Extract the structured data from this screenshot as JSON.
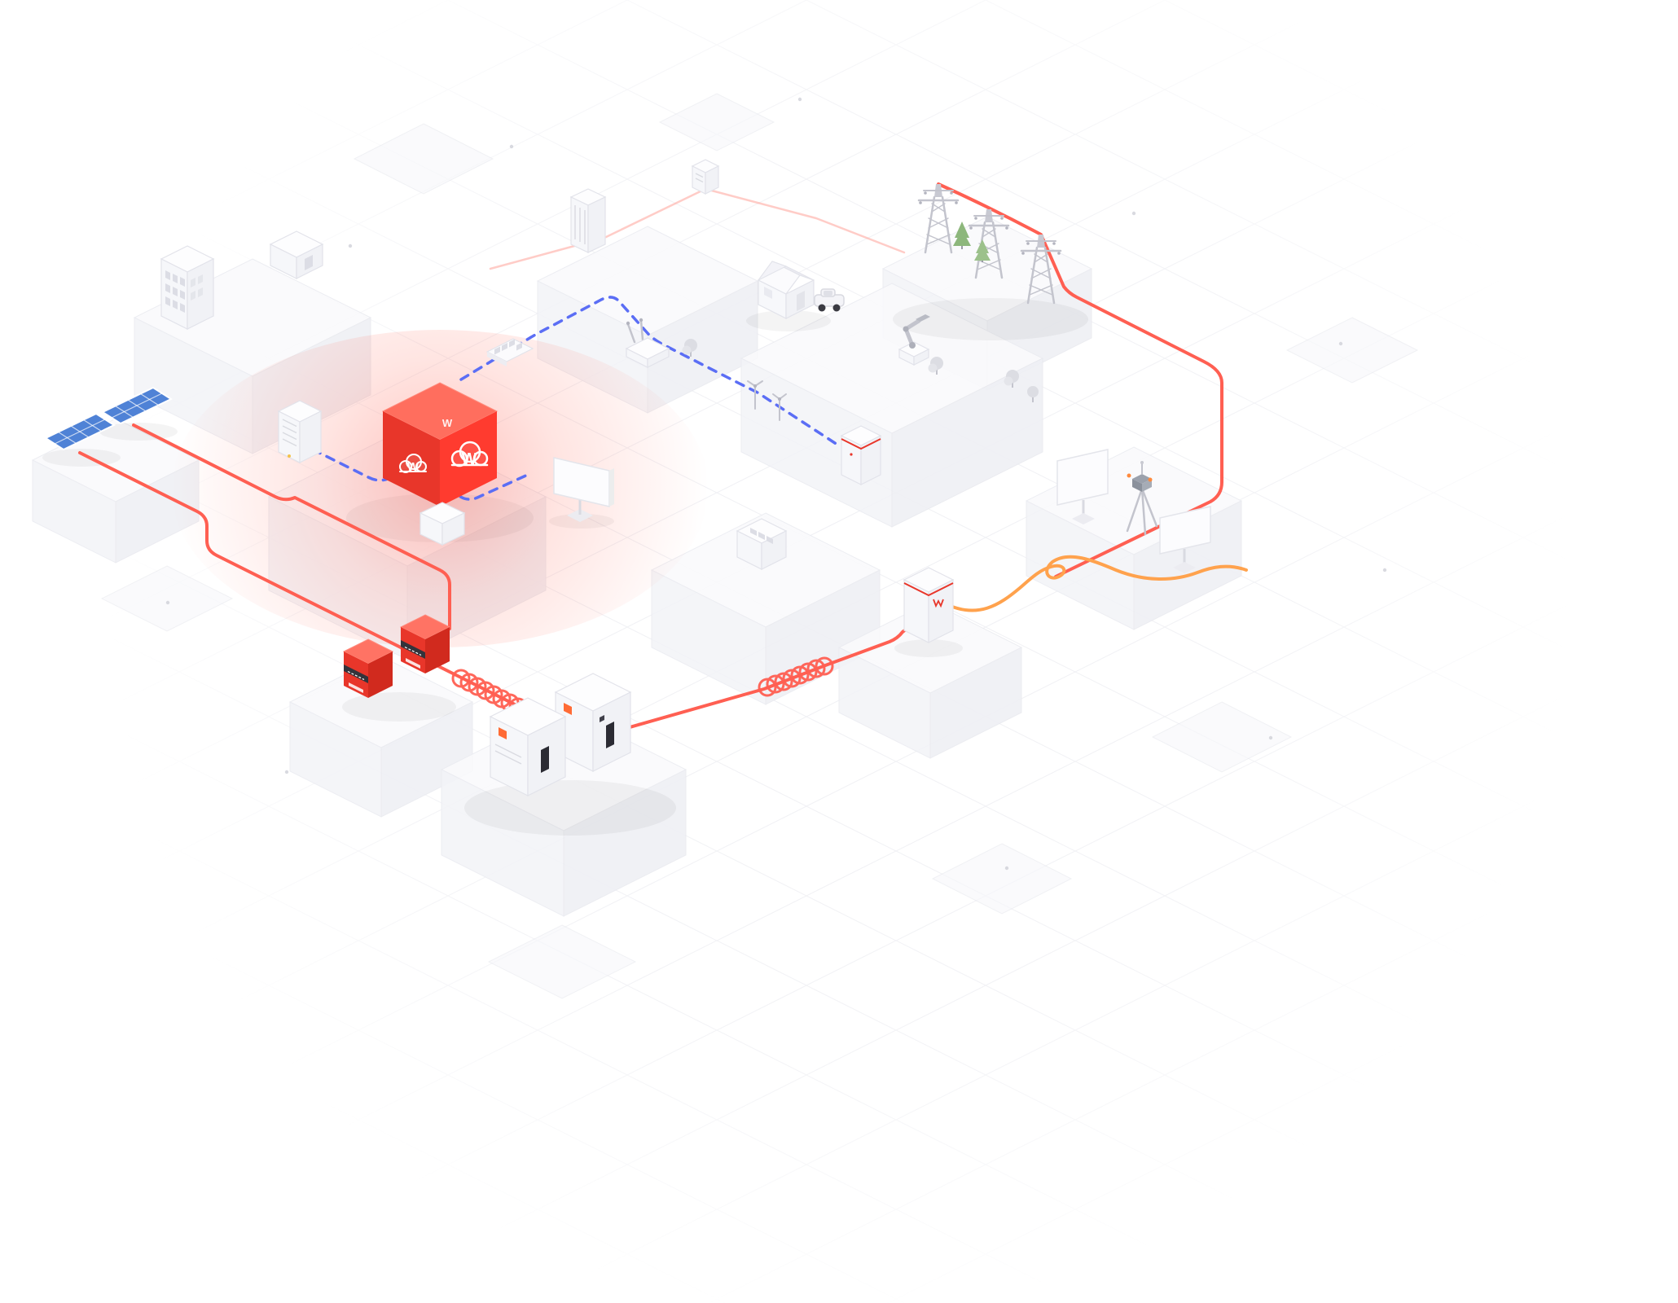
{
  "scene": {
    "title": "Isometric smart energy network illustration",
    "background_color": "#ffffff",
    "cloud_logo": {
      "letter": "W"
    },
    "palette": {
      "energy_line_red": "#ff5f52",
      "data_line_blue": "#5b6ef5",
      "grid_feed_orange": "#ffa24d",
      "accent_red": "#e8362a",
      "solar_blue": "#4f82d6",
      "tree_green": "#8db77c",
      "block_white": "#f6f7fa"
    },
    "elements": [
      {
        "id": "solar-array",
        "desc": "two blue solar panels"
      },
      {
        "id": "office-building",
        "desc": "small tower with window grid"
      },
      {
        "id": "cloud-cube",
        "desc": "red glowing cube with cloud logo"
      },
      {
        "id": "switch-cabinet",
        "desc": "louvered control cabinet"
      },
      {
        "id": "wifi-router",
        "desc": "router with two antennas"
      },
      {
        "id": "house",
        "desc": "house with parked car"
      },
      {
        "id": "robot-arm",
        "desc": "industrial robot arm"
      },
      {
        "id": "transmission-towers",
        "desc": "three lattice pylons with trees"
      },
      {
        "id": "battery-cabinet",
        "desc": "white cabinet with red stripe"
      },
      {
        "id": "inverter-cabinet",
        "desc": "white cabinet with red mark"
      },
      {
        "id": "wall-inverters",
        "desc": "two red wall-mounted units"
      },
      {
        "id": "battery-storage-units",
        "desc": "two large storage cabinets with orange badge"
      },
      {
        "id": "display-panels",
        "desc": "free-standing display boards"
      },
      {
        "id": "survey-tripod",
        "desc": "tripod instrument with orange details"
      },
      {
        "id": "coiled-cables",
        "desc": "coiled sections on the red cable"
      }
    ],
    "links": [
      {
        "id": "energy-flow",
        "style": "solid",
        "color": "#ff5f52"
      },
      {
        "id": "data-flow",
        "style": "dashed",
        "color": "#5b6ef5"
      },
      {
        "id": "grid-feed",
        "style": "solid",
        "color": "#ffa24d"
      }
    ]
  }
}
